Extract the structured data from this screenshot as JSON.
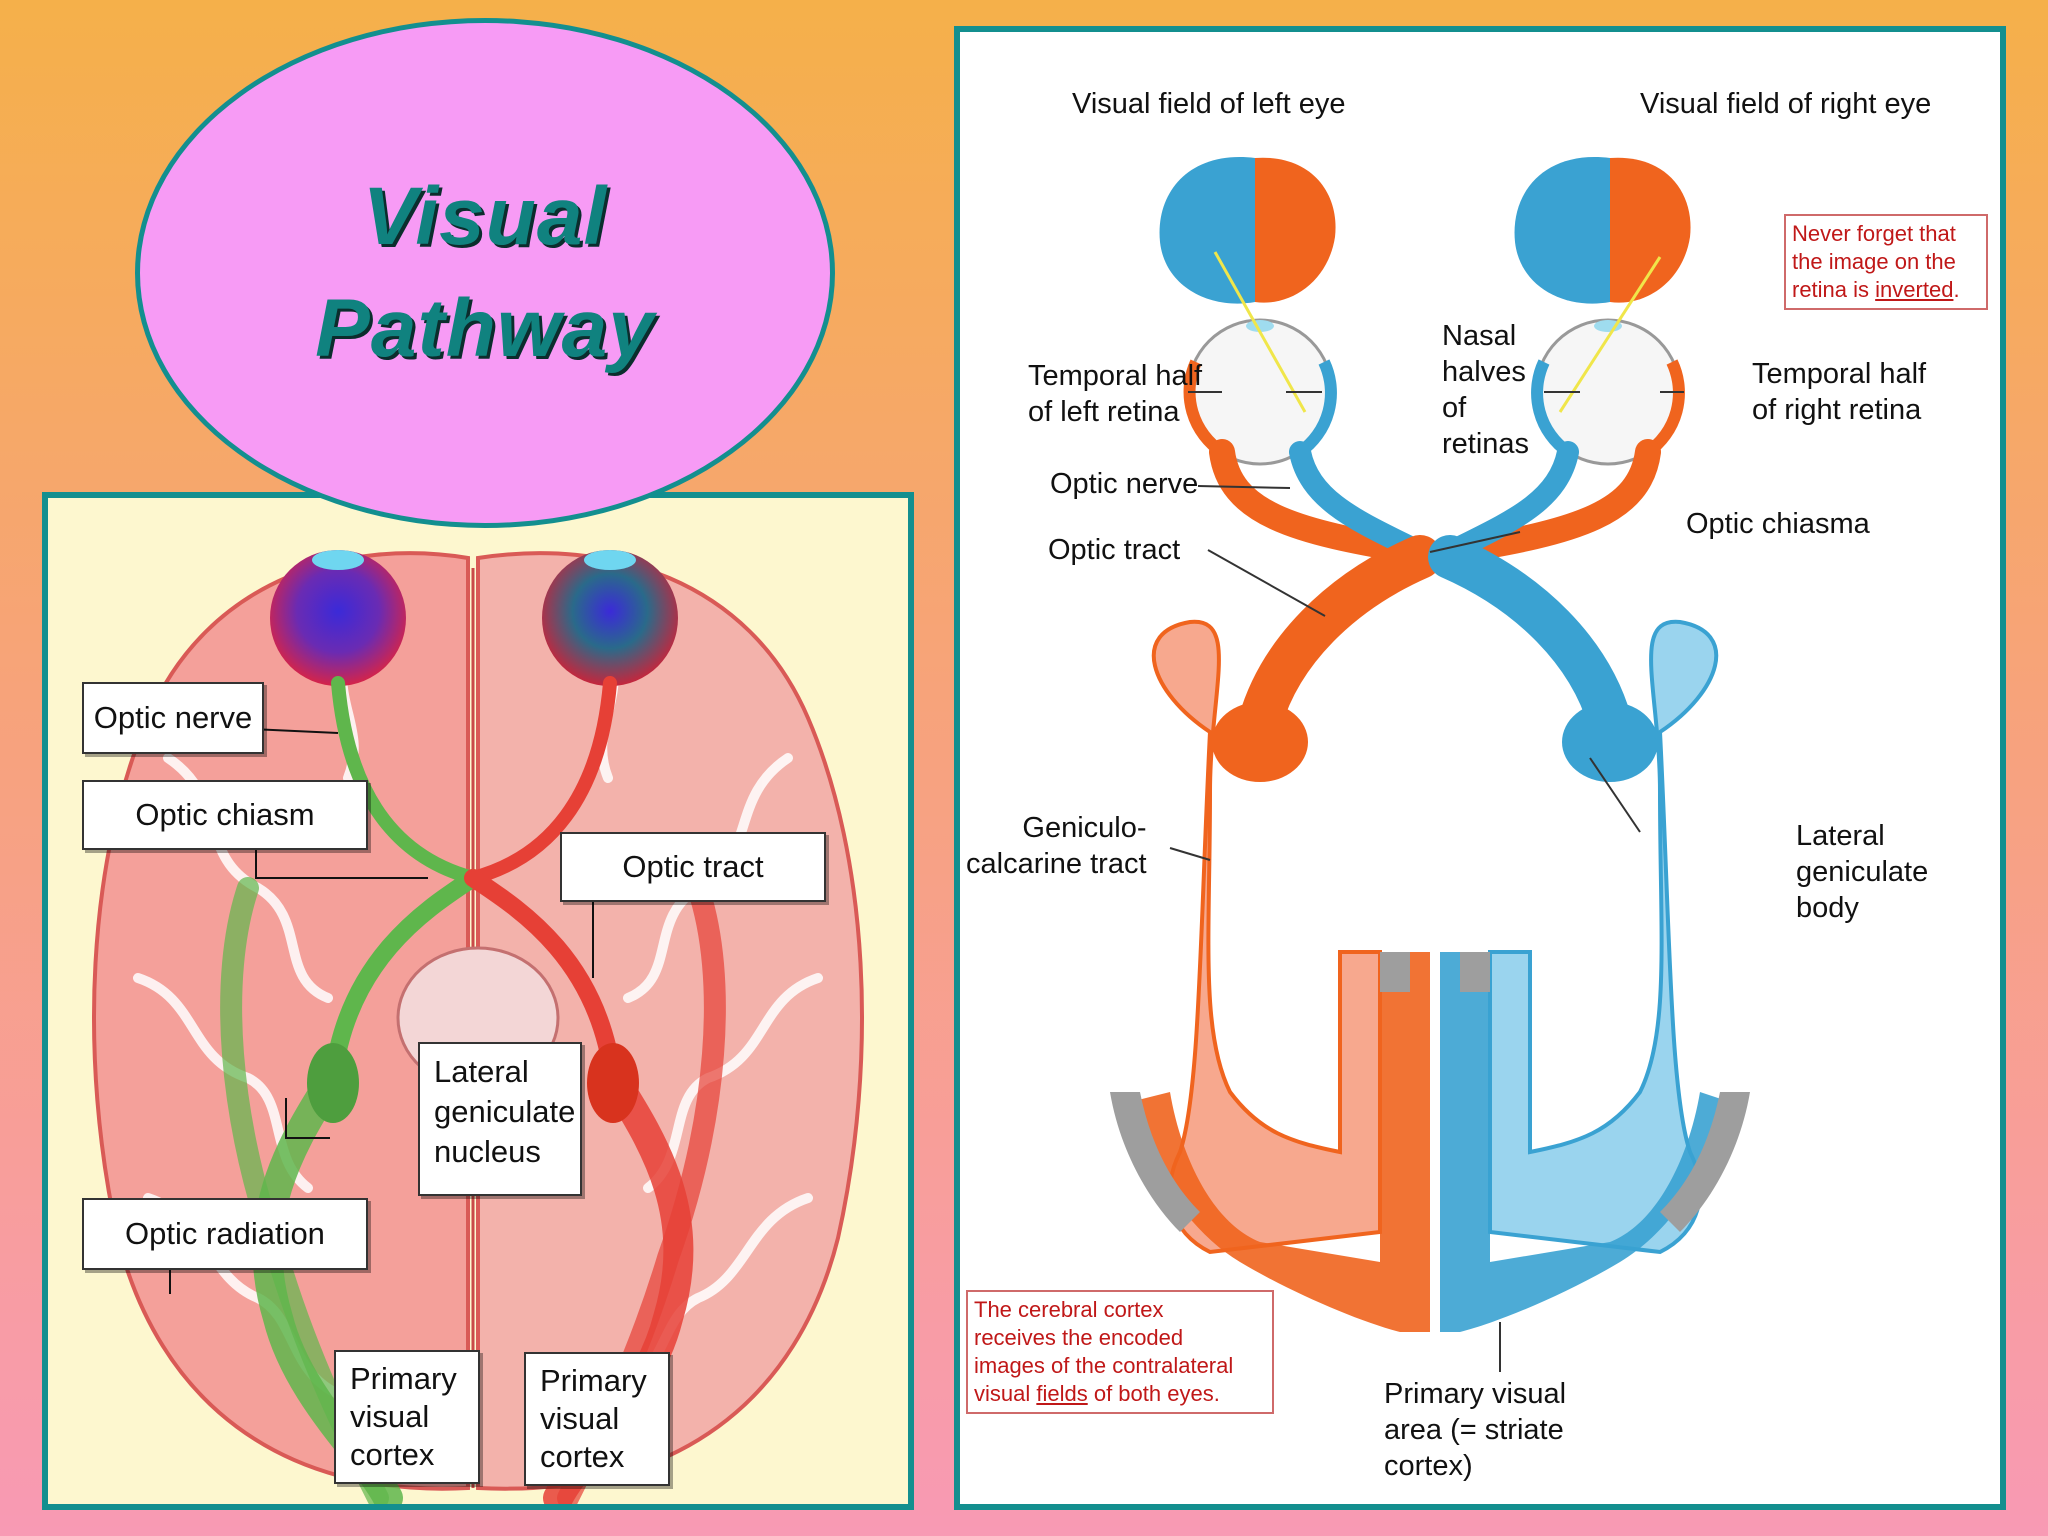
{
  "title": {
    "line1": "Visual",
    "line2": "Pathway"
  },
  "left_diagram": {
    "labels": {
      "optic_nerve": "Optic nerve",
      "optic_chiasm": "Optic chiasm",
      "optic_tract": "Optic tract",
      "lateral_geniculate": "Lateral\ngeniculate\nnucleus",
      "optic_radiation": "Optic radiation",
      "primary_cortex_left": "Primary\nvisual\ncortex",
      "primary_cortex_right": "Primary\nvisual\ncortex"
    }
  },
  "right_diagram": {
    "labels": {
      "field_left": "Visual field of left eye",
      "field_right": "Visual field of right eye",
      "temporal_left": "Temporal half\nof left retina",
      "nasal": "Nasal\nhalves\nof\nretinas",
      "temporal_right": "Temporal half\nof right retina",
      "optic_nerve": "Optic nerve",
      "optic_chiasma": "Optic chiasma",
      "optic_tract": "Optic tract",
      "geniculo": "Geniculo-\ncalcarine tract",
      "lateral_geniculate": "Lateral\ngeniculate\nbody",
      "primary_area": "Primary visual\narea (= striate\ncortex)"
    },
    "note_top": {
      "line1": "Never forget that",
      "line2": "the image on the",
      "line3_prefix": "retina is ",
      "line3_underlined": "inverted",
      "line3_suffix": "."
    },
    "note_bottom": {
      "line1": "The cerebral cortex",
      "line2": "receives the encoded",
      "line3": "images of the contralateral",
      "line4_prefix": "visual ",
      "line4_underlined": "fields",
      "line4_suffix": " of both eyes."
    }
  },
  "colors": {
    "teal_border": "#138f8f",
    "title_fill": "#f79bf5",
    "orange_pathway": "#f0641e",
    "blue_pathway": "#3aa2d2",
    "green_pathway": "#5fb64c",
    "red_pathway": "#e64036"
  }
}
